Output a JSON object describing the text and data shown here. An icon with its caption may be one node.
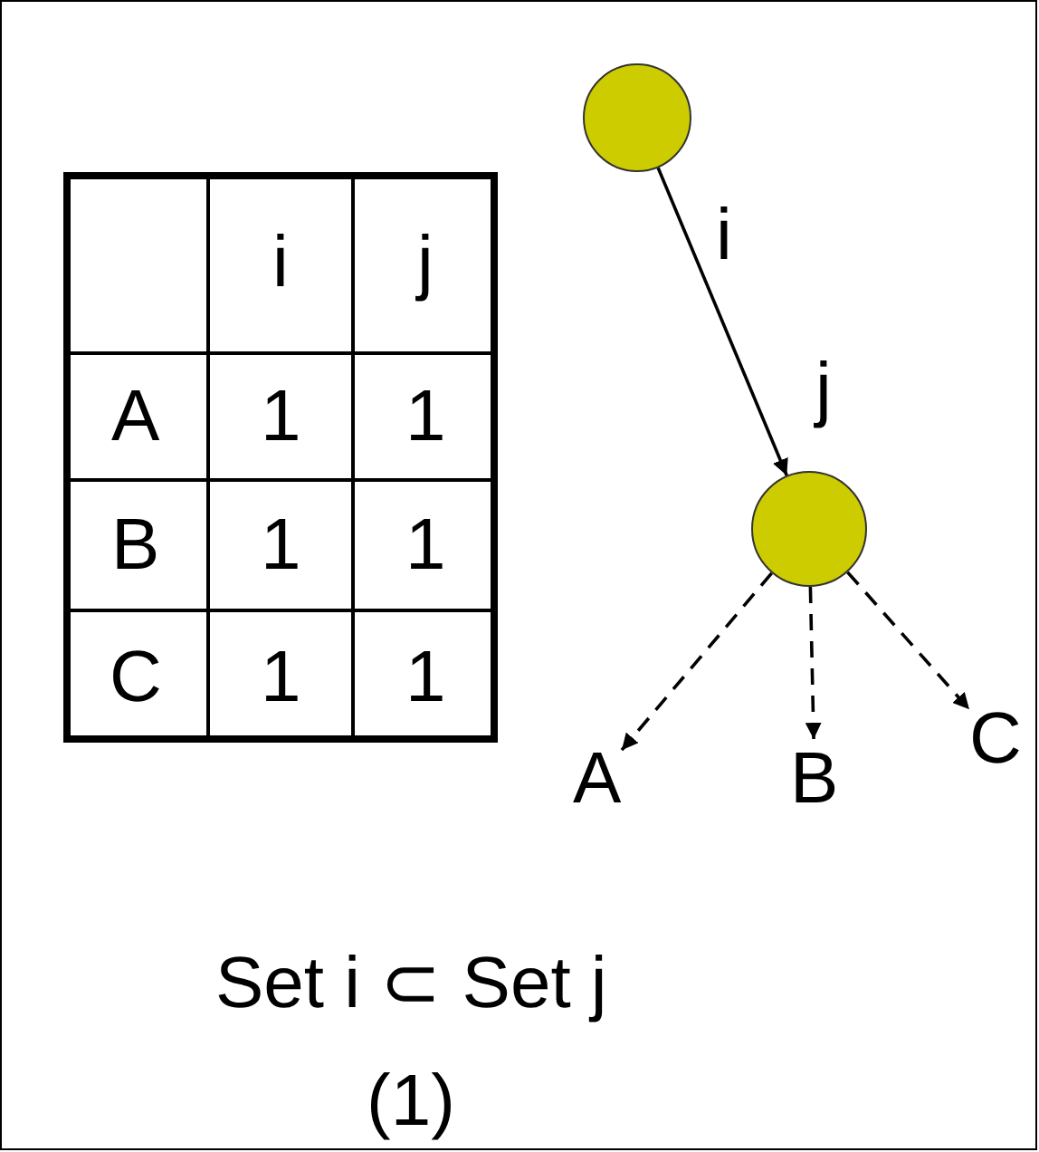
{
  "diagram": {
    "caption": "(1)",
    "nodes": [
      {
        "text": [],
        "shape": "circle",
        "beside": [
          "i"
        ]
      },
      {
        "text": [],
        "shape": "circle",
        "beside": [
          "j"
        ]
      },
      {
        "text": [
          "A"
        ]
      },
      {
        "text": [
          "B"
        ]
      },
      {
        "text": [
          "C"
        ]
      }
    ],
    "edges": [
      {
        "from": 0,
        "to": 1,
        "arrow": "to"
      },
      {
        "from": 1,
        "to": 2,
        "arrow": "to",
        "style": "dashed"
      },
      {
        "from": 1,
        "to": 3,
        "arrow": "to",
        "style": "dashed"
      },
      {
        "from": 1,
        "to": 4,
        "arrow": "to",
        "style": "dashed"
      }
    ],
    "labels": [
      "i",
      "j",
      "A",
      "1",
      "1",
      "B",
      "1",
      "1",
      "C",
      "1",
      "1",
      "Set i ⊂ Set j"
    ]
  }
}
